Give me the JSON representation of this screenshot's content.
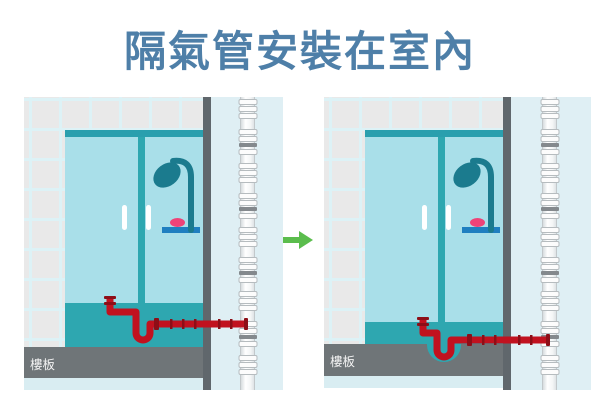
{
  "title": "隔氣管安裝在室內",
  "panels": {
    "left": {
      "slab_label": "樓板"
    },
    "right": {
      "slab_label": "樓板"
    }
  },
  "icons": {
    "right_arrow": "→",
    "shower_head": "shower-head-icon",
    "soil_stack": "soil-stack-pipe",
    "drain_trap": "red-drain-pipe-with-u-trap"
  },
  "colors": {
    "title_blue": "#4e7fa8",
    "arrow_green": "#5bbd4d",
    "pipe_red": "#c1121f",
    "pipe_red_dark": "#8d0e17",
    "teal": "#2ea7b0",
    "glass_cyan": "#a9dfe9",
    "shower_dark_teal": "#1b7b8e",
    "shelf_blue": "#1f7fc0",
    "soap_pink": "#ee4378",
    "wall_gray": "#60676c",
    "slab_gray": "#6f7578",
    "tile_gray": "#e9e9e9",
    "duct_bg": "#dfeff4"
  }
}
